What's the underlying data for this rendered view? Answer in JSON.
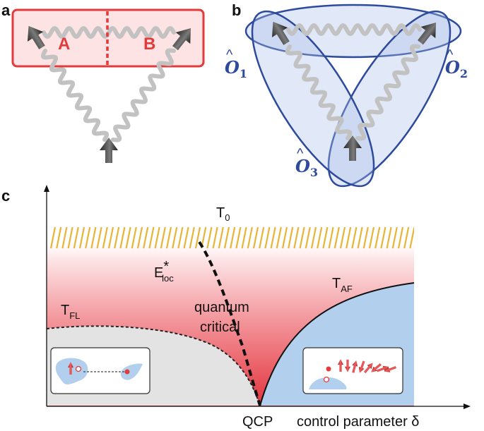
{
  "panel_a": {
    "label": "a",
    "region_a": "A",
    "region_b": "B"
  },
  "panel_b": {
    "label": "b",
    "ops": [
      {
        "sym": "O",
        "sub": "1"
      },
      {
        "sym": "O",
        "sub": "2"
      },
      {
        "sym": "O",
        "sub": "3"
      }
    ]
  },
  "panel_c": {
    "label": "c",
    "t0": {
      "main": "T",
      "sub": "0"
    },
    "eloc": {
      "main": "E",
      "sup": "*",
      "sub": "loc"
    },
    "quantum": "quantum",
    "critical": "critical",
    "tfl": {
      "main": "T",
      "sub": "FL"
    },
    "taf": {
      "main": "T",
      "sub": "AF"
    },
    "qcp": "QCP",
    "xaxis": "control parameter δ"
  },
  "colors": {
    "red": "#e23b3b",
    "blue": "#2d4a9c",
    "light_blue": "#b3cfee",
    "gold": "#e8b53a",
    "gray_spring": "#c2c2c2"
  }
}
